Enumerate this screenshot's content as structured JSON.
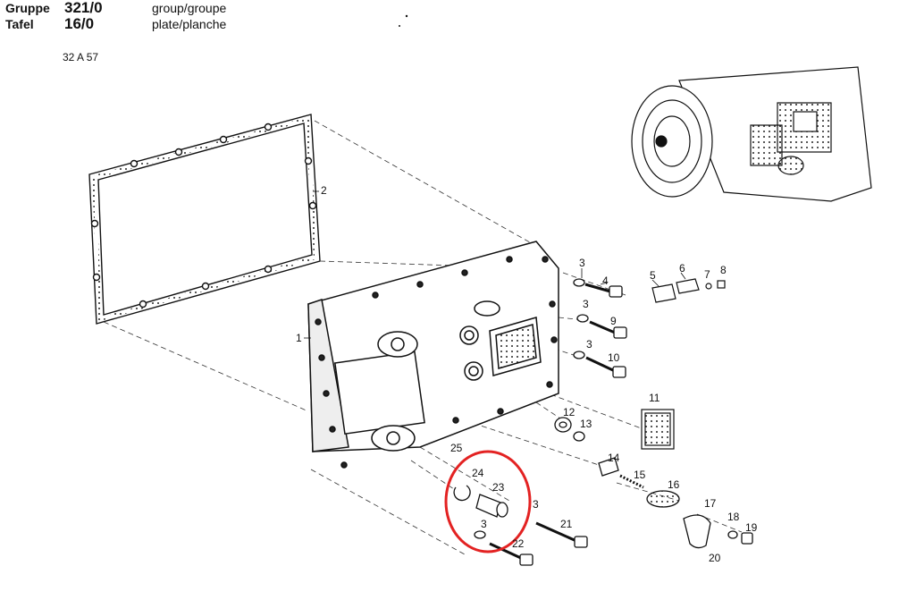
{
  "header": {
    "group_label": "Gruppe",
    "group_value": "321/0",
    "group_desc": "group/groupe",
    "plate_label": "Tafel",
    "plate_value": "16/0",
    "plate_desc": "plate/planche"
  },
  "drawing_code": "32 A 57",
  "highlight_color": "#e32222",
  "callouts": {
    "c1": "1",
    "c2": "2",
    "c3a": "3",
    "c3b": "3",
    "c3c": "3",
    "c3d": "3",
    "c3e": "3",
    "c4": "4",
    "c5": "5",
    "c6": "6",
    "c7": "7",
    "c8": "8",
    "c9": "9",
    "c10": "10",
    "c11": "11",
    "c12": "12",
    "c13": "13",
    "c14": "14",
    "c15": "15",
    "c16": "16",
    "c17": "17",
    "c18": "18",
    "c19": "19",
    "c20": "20",
    "c21": "21",
    "c22": "22",
    "c23": "23",
    "c24": "24",
    "c25": "25"
  }
}
